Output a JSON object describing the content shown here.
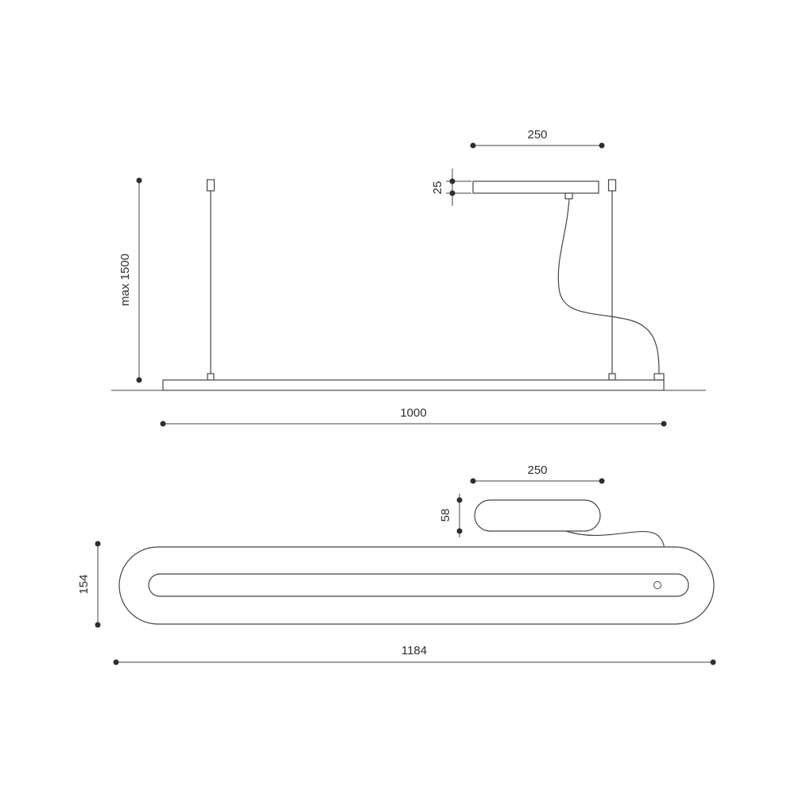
{
  "drawing": {
    "title": "pendant-lamp-dimension-drawing",
    "front_view": {
      "canopy_width": "250",
      "canopy_height": "25",
      "suspension_height": "max 1500",
      "fixture_length": "1000"
    },
    "plan_view": {
      "canopy_width": "250",
      "canopy_depth": "58",
      "fixture_depth": "154",
      "fixture_length": "1184"
    },
    "colors": {
      "line": "#454545",
      "text": "#2e2e2e",
      "background": "#ffffff"
    }
  }
}
